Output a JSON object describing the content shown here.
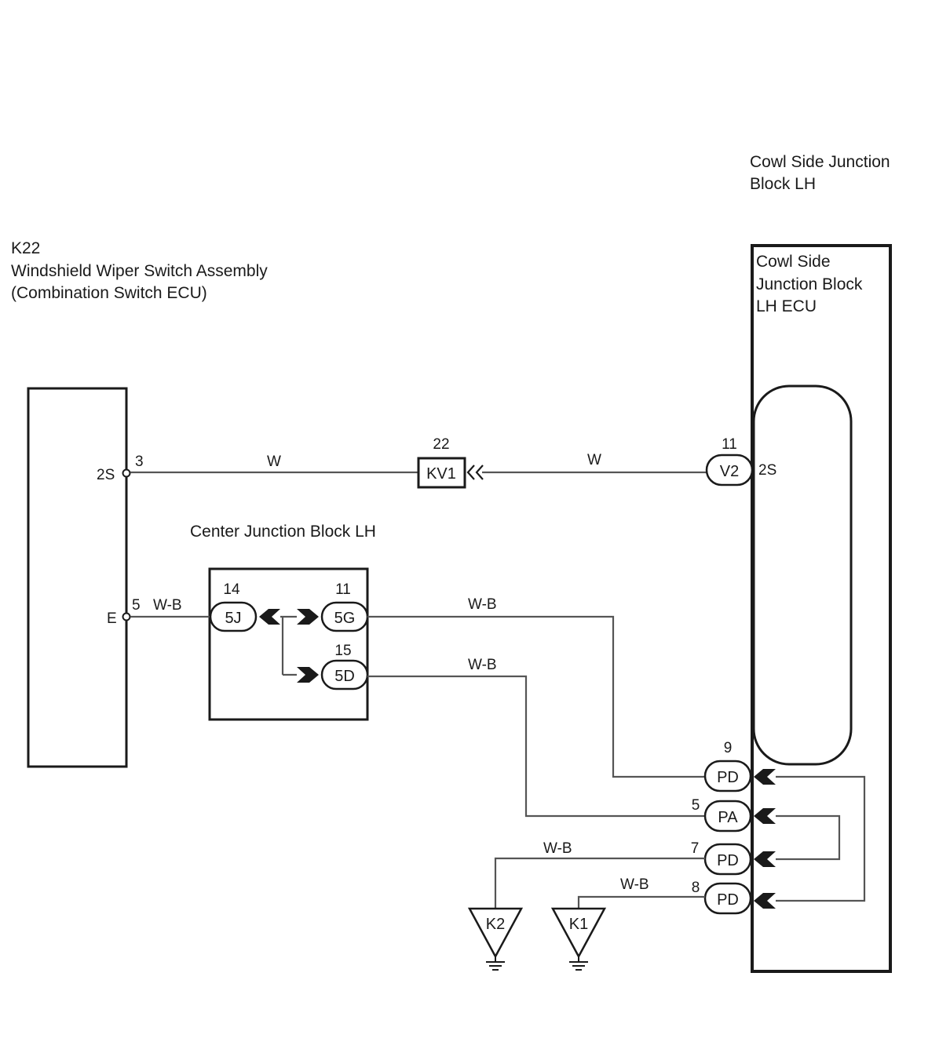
{
  "components": {
    "wiper_switch": {
      "code": "K22",
      "name": "Windshield Wiper Switch Assembly",
      "sub": "(Combination Switch ECU)",
      "terminal_2s": "2S",
      "terminal_e": "E",
      "pin_2s": "3",
      "pin_e": "5"
    },
    "cowl_block": {
      "title_line1": "Cowl Side Junction",
      "title_line2": "Block LH",
      "ecu_line1": "Cowl Side",
      "ecu_line2": "Junction Block",
      "ecu_line3": "LH ECU",
      "terminal_2s": "2S"
    },
    "center_block": {
      "title": "Center Junction Block LH"
    }
  },
  "connectors": {
    "kv1": {
      "label": "KV1",
      "pin": "22"
    },
    "v2": {
      "label": "V2",
      "pin": "11"
    },
    "j5j": {
      "label": "5J",
      "pin": "14"
    },
    "j5g": {
      "label": "5G",
      "pin": "11"
    },
    "j5d": {
      "label": "5D",
      "pin": "15"
    },
    "pd9": {
      "label": "PD",
      "pin": "9"
    },
    "pa5": {
      "label": "PA",
      "pin": "5"
    },
    "pd7": {
      "label": "PD",
      "pin": "7"
    },
    "pd8": {
      "label": "PD",
      "pin": "8"
    }
  },
  "wires": {
    "w_left": "W",
    "w_right": "W",
    "wb_e": "W-B",
    "wb_5g": "W-B",
    "wb_5d": "W-B",
    "wb_k2": "W-B",
    "wb_k1": "W-B"
  },
  "grounds": {
    "k2": "K2",
    "k1": "K1"
  },
  "colors": {
    "line": "#1a1a1a",
    "wire": "#555555",
    "background": "#ffffff"
  }
}
